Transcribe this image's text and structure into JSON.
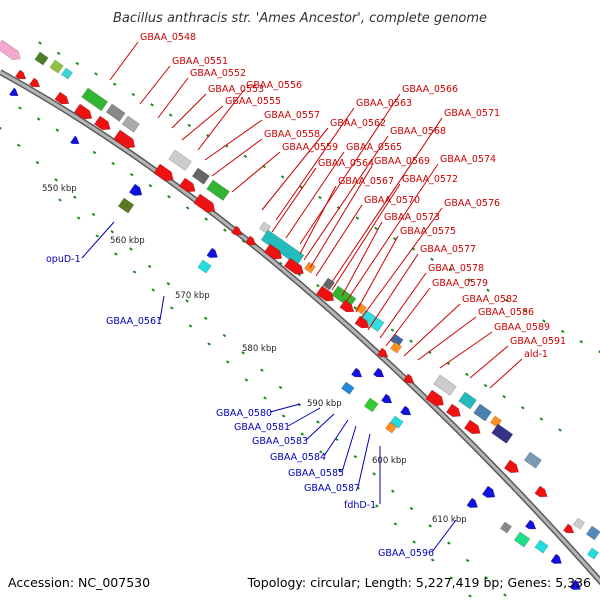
{
  "title": "Bacillus anthracis str. 'Ames Ancestor', complete genome",
  "accession": "Accession: NC_007530",
  "topology": "Topology: circular; Length: 5,227,419 bp; Genes: 5,336",
  "colors": {
    "forward_label": "#cc0000",
    "reverse_label": "#0000bb",
    "backbone": "#8c8c8c",
    "tick": "#1a8a1a"
  },
  "kbp_ticks": [
    "550 kbp",
    "560 kbp",
    "570 kbp",
    "580 kbp",
    "590 kbp",
    "600 kbp",
    "610 kbp"
  ],
  "forward_genes": [
    "GBAA_0548",
    "GBAA_0551",
    "GBAA_0552",
    "GBAA_0553",
    "GBAA_0555",
    "GBAA_0556",
    "GBAA_0557",
    "GBAA_0558",
    "GBAA_0559",
    "GBAA_0562",
    "GBAA_0563",
    "GBAA_0564",
    "GBAA_0565",
    "GBAA_0566",
    "GBAA_0567",
    "GBAA_0568",
    "GBAA_0569",
    "GBAA_0570",
    "GBAA_0571",
    "GBAA_0572",
    "GBAA_0573",
    "GBAA_0574",
    "GBAA_0575",
    "GBAA_0576",
    "GBAA_0577",
    "GBAA_0578",
    "GBAA_0579",
    "GBAA_0582",
    "GBAA_0586",
    "GBAA_0589",
    "GBAA_0591",
    "ald-1"
  ],
  "reverse_genes": [
    "opuD-1",
    "GBAA_0561",
    "GBAA_0580",
    "GBAA_0581",
    "GBAA_0583",
    "GBAA_0584",
    "GBAA_0585",
    "GBAA_0587",
    "fdhD-1",
    "GBAA_0596"
  ]
}
